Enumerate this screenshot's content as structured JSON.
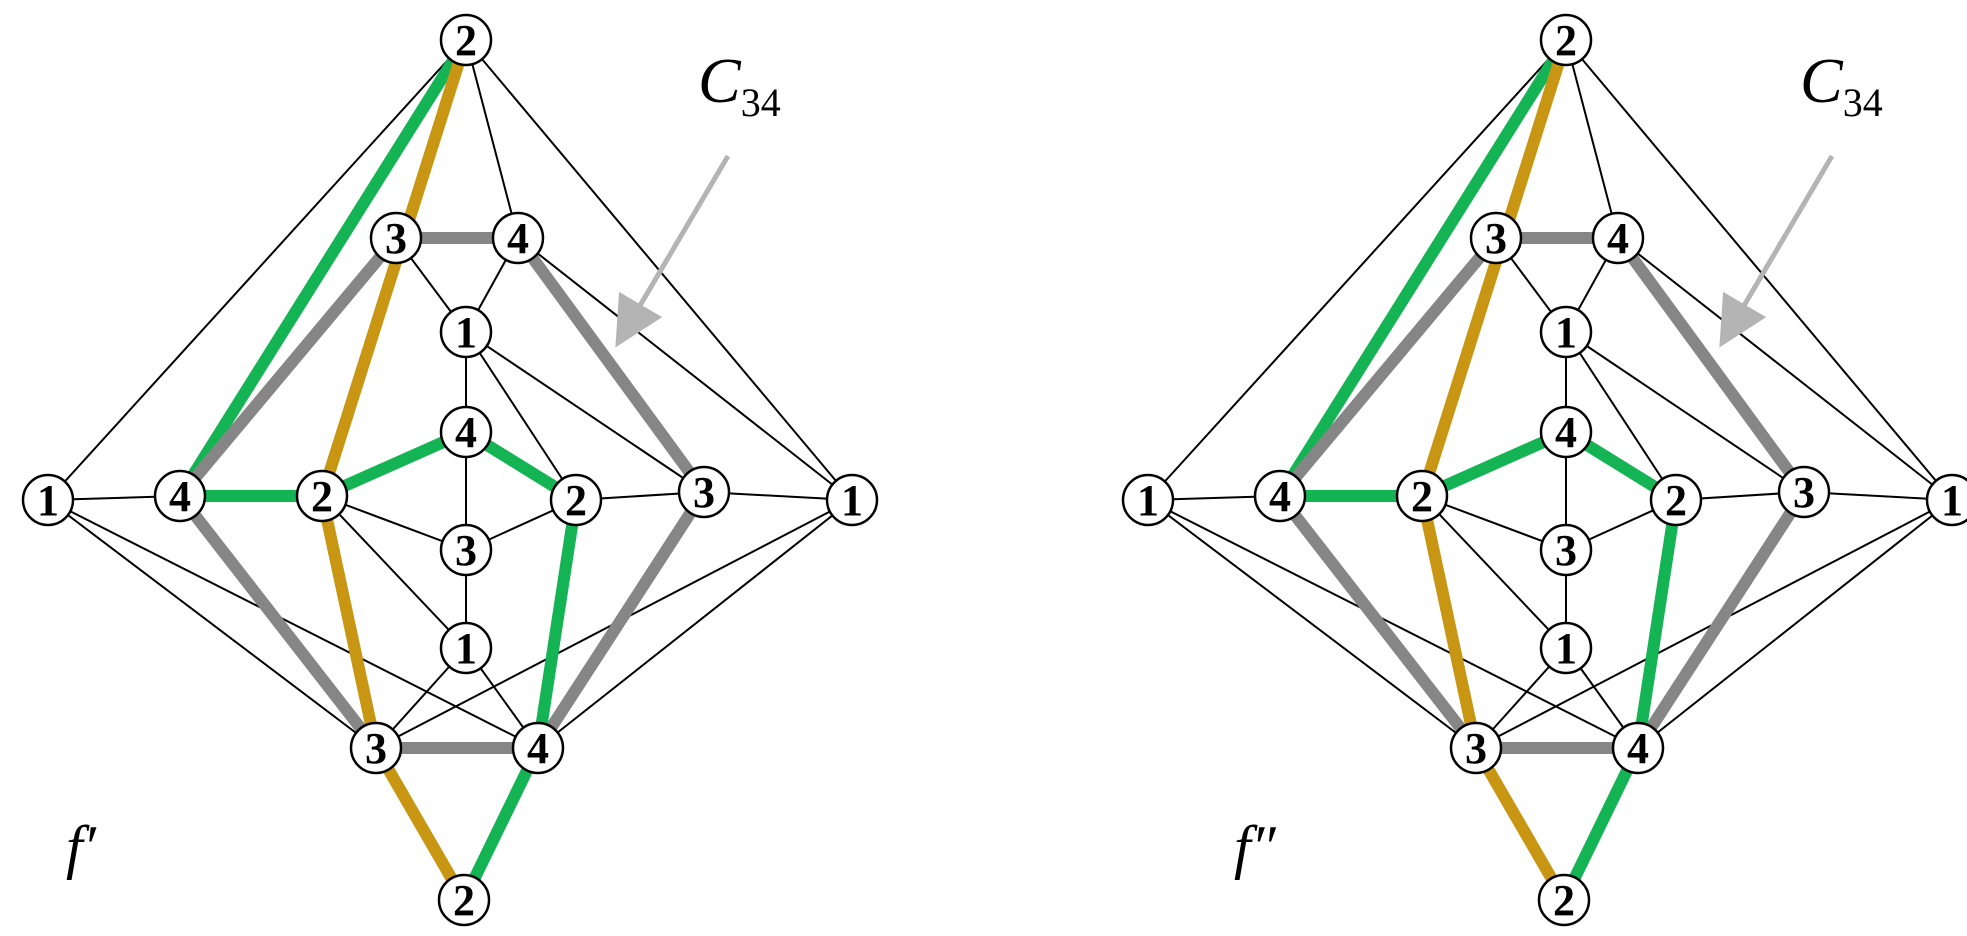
{
  "colors": {
    "green": "#14b454",
    "gold": "#c89612",
    "gray": "#868686",
    "arrow": "#b4b4b4"
  },
  "nodes": {
    "top": "2",
    "bot": "2",
    "left": "1",
    "right": "1",
    "t3": "3",
    "t4": "4",
    "c1a": "1",
    "c4": "4",
    "m2l": "2",
    "m2r": "2",
    "m4": "4",
    "m3r": "3",
    "c3": "3",
    "c1b": "1",
    "b3": "3",
    "b4": "4"
  },
  "panels": [
    {
      "label": "f′",
      "cycle_name": "C",
      "cycle_sub": "34",
      "thick_edges": [
        {
          "a": "top",
          "b": "m4",
          "color": "green"
        },
        {
          "a": "top",
          "b": "m2l",
          "color": "gold"
        },
        {
          "a": "m2l",
          "b": "b3",
          "color": "gold"
        },
        {
          "a": "b3",
          "b": "bot",
          "color": "gold"
        },
        {
          "a": "m4",
          "b": "m2l",
          "color": "green"
        },
        {
          "a": "m2l",
          "b": "c4",
          "color": "green"
        },
        {
          "a": "c4",
          "b": "m2r",
          "color": "green"
        },
        {
          "a": "m2r",
          "b": "b4",
          "color": "green"
        },
        {
          "a": "b4",
          "b": "bot",
          "color": "green"
        },
        {
          "a": "t3",
          "b": "t4",
          "color": "gray"
        },
        {
          "a": "t4",
          "b": "m3r",
          "color": "gray"
        },
        {
          "a": "m3r",
          "b": "b4",
          "color": "gray"
        },
        {
          "a": "b4",
          "b": "b3",
          "color": "gray"
        },
        {
          "a": "b3",
          "b": "m4",
          "color": "gray"
        },
        {
          "a": "m4",
          "b": "t3",
          "color": "gray"
        }
      ]
    },
    {
      "label": "f″",
      "cycle_name": "C",
      "cycle_sub": "34",
      "thick_edges": [
        {
          "a": "top",
          "b": "m4",
          "color": "green"
        },
        {
          "a": "top",
          "b": "m2l",
          "color": "gold"
        },
        {
          "a": "m2l",
          "b": "b3",
          "color": "gold"
        },
        {
          "a": "b3",
          "b": "bot",
          "color": "gold"
        },
        {
          "a": "m4",
          "b": "m2l",
          "color": "green"
        },
        {
          "a": "m2l",
          "b": "c4",
          "color": "green"
        },
        {
          "a": "c4",
          "b": "m2r",
          "color": "green"
        },
        {
          "a": "m2r",
          "b": "b4",
          "color": "green"
        },
        {
          "a": "b4",
          "b": "bot",
          "color": "green"
        },
        {
          "a": "t3",
          "b": "t4",
          "color": "gray"
        },
        {
          "a": "t4",
          "b": "m3r",
          "color": "gray"
        },
        {
          "a": "m3r",
          "b": "b4",
          "color": "gray"
        },
        {
          "a": "b4",
          "b": "b3",
          "color": "gray"
        },
        {
          "a": "b3",
          "b": "m4",
          "color": "gray"
        },
        {
          "a": "m4",
          "b": "t3",
          "color": "gray"
        }
      ]
    }
  ],
  "thin_edges": [
    [
      "top",
      "left"
    ],
    [
      "top",
      "right"
    ],
    [
      "top",
      "t4"
    ],
    [
      "left",
      "m4"
    ],
    [
      "left",
      "b3"
    ],
    [
      "left",
      "b4"
    ],
    [
      "right",
      "m3r"
    ],
    [
      "right",
      "t4"
    ],
    [
      "right",
      "b4"
    ],
    [
      "right",
      "b3"
    ],
    [
      "t3",
      "c1a"
    ],
    [
      "t4",
      "c1a"
    ],
    [
      "c1a",
      "c4"
    ],
    [
      "c1a",
      "m2r"
    ],
    [
      "c1a",
      "m3r"
    ],
    [
      "c4",
      "c3"
    ],
    [
      "m2l",
      "c3"
    ],
    [
      "m2l",
      "c1b"
    ],
    [
      "m2r",
      "c3"
    ],
    [
      "m2r",
      "m3r"
    ],
    [
      "c3",
      "c1b"
    ],
    [
      "c1b",
      "b3"
    ],
    [
      "c1b",
      "b4"
    ],
    [
      "bot",
      "b3"
    ],
    [
      "bot",
      "b4"
    ]
  ]
}
